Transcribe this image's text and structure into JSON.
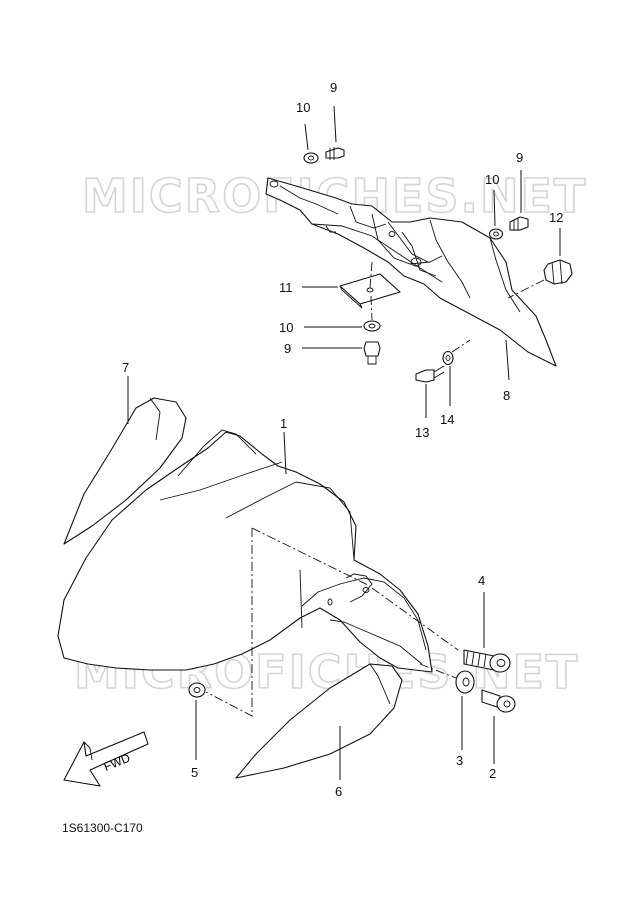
{
  "watermark": "MICROFICHES.NET",
  "diagram_code": "1S61300-C170",
  "direction_label": "FWD",
  "callouts": {
    "c1": "1",
    "c2": "2",
    "c3": "3",
    "c4": "4",
    "c5": "5",
    "c6": "6",
    "c7": "7",
    "c8": "8",
    "c9a": "9",
    "c9b": "9",
    "c9c": "9",
    "c10a": "10",
    "c10b": "10",
    "c10c": "10",
    "c11": "11",
    "c12": "12",
    "c13": "13",
    "c14": "14"
  }
}
